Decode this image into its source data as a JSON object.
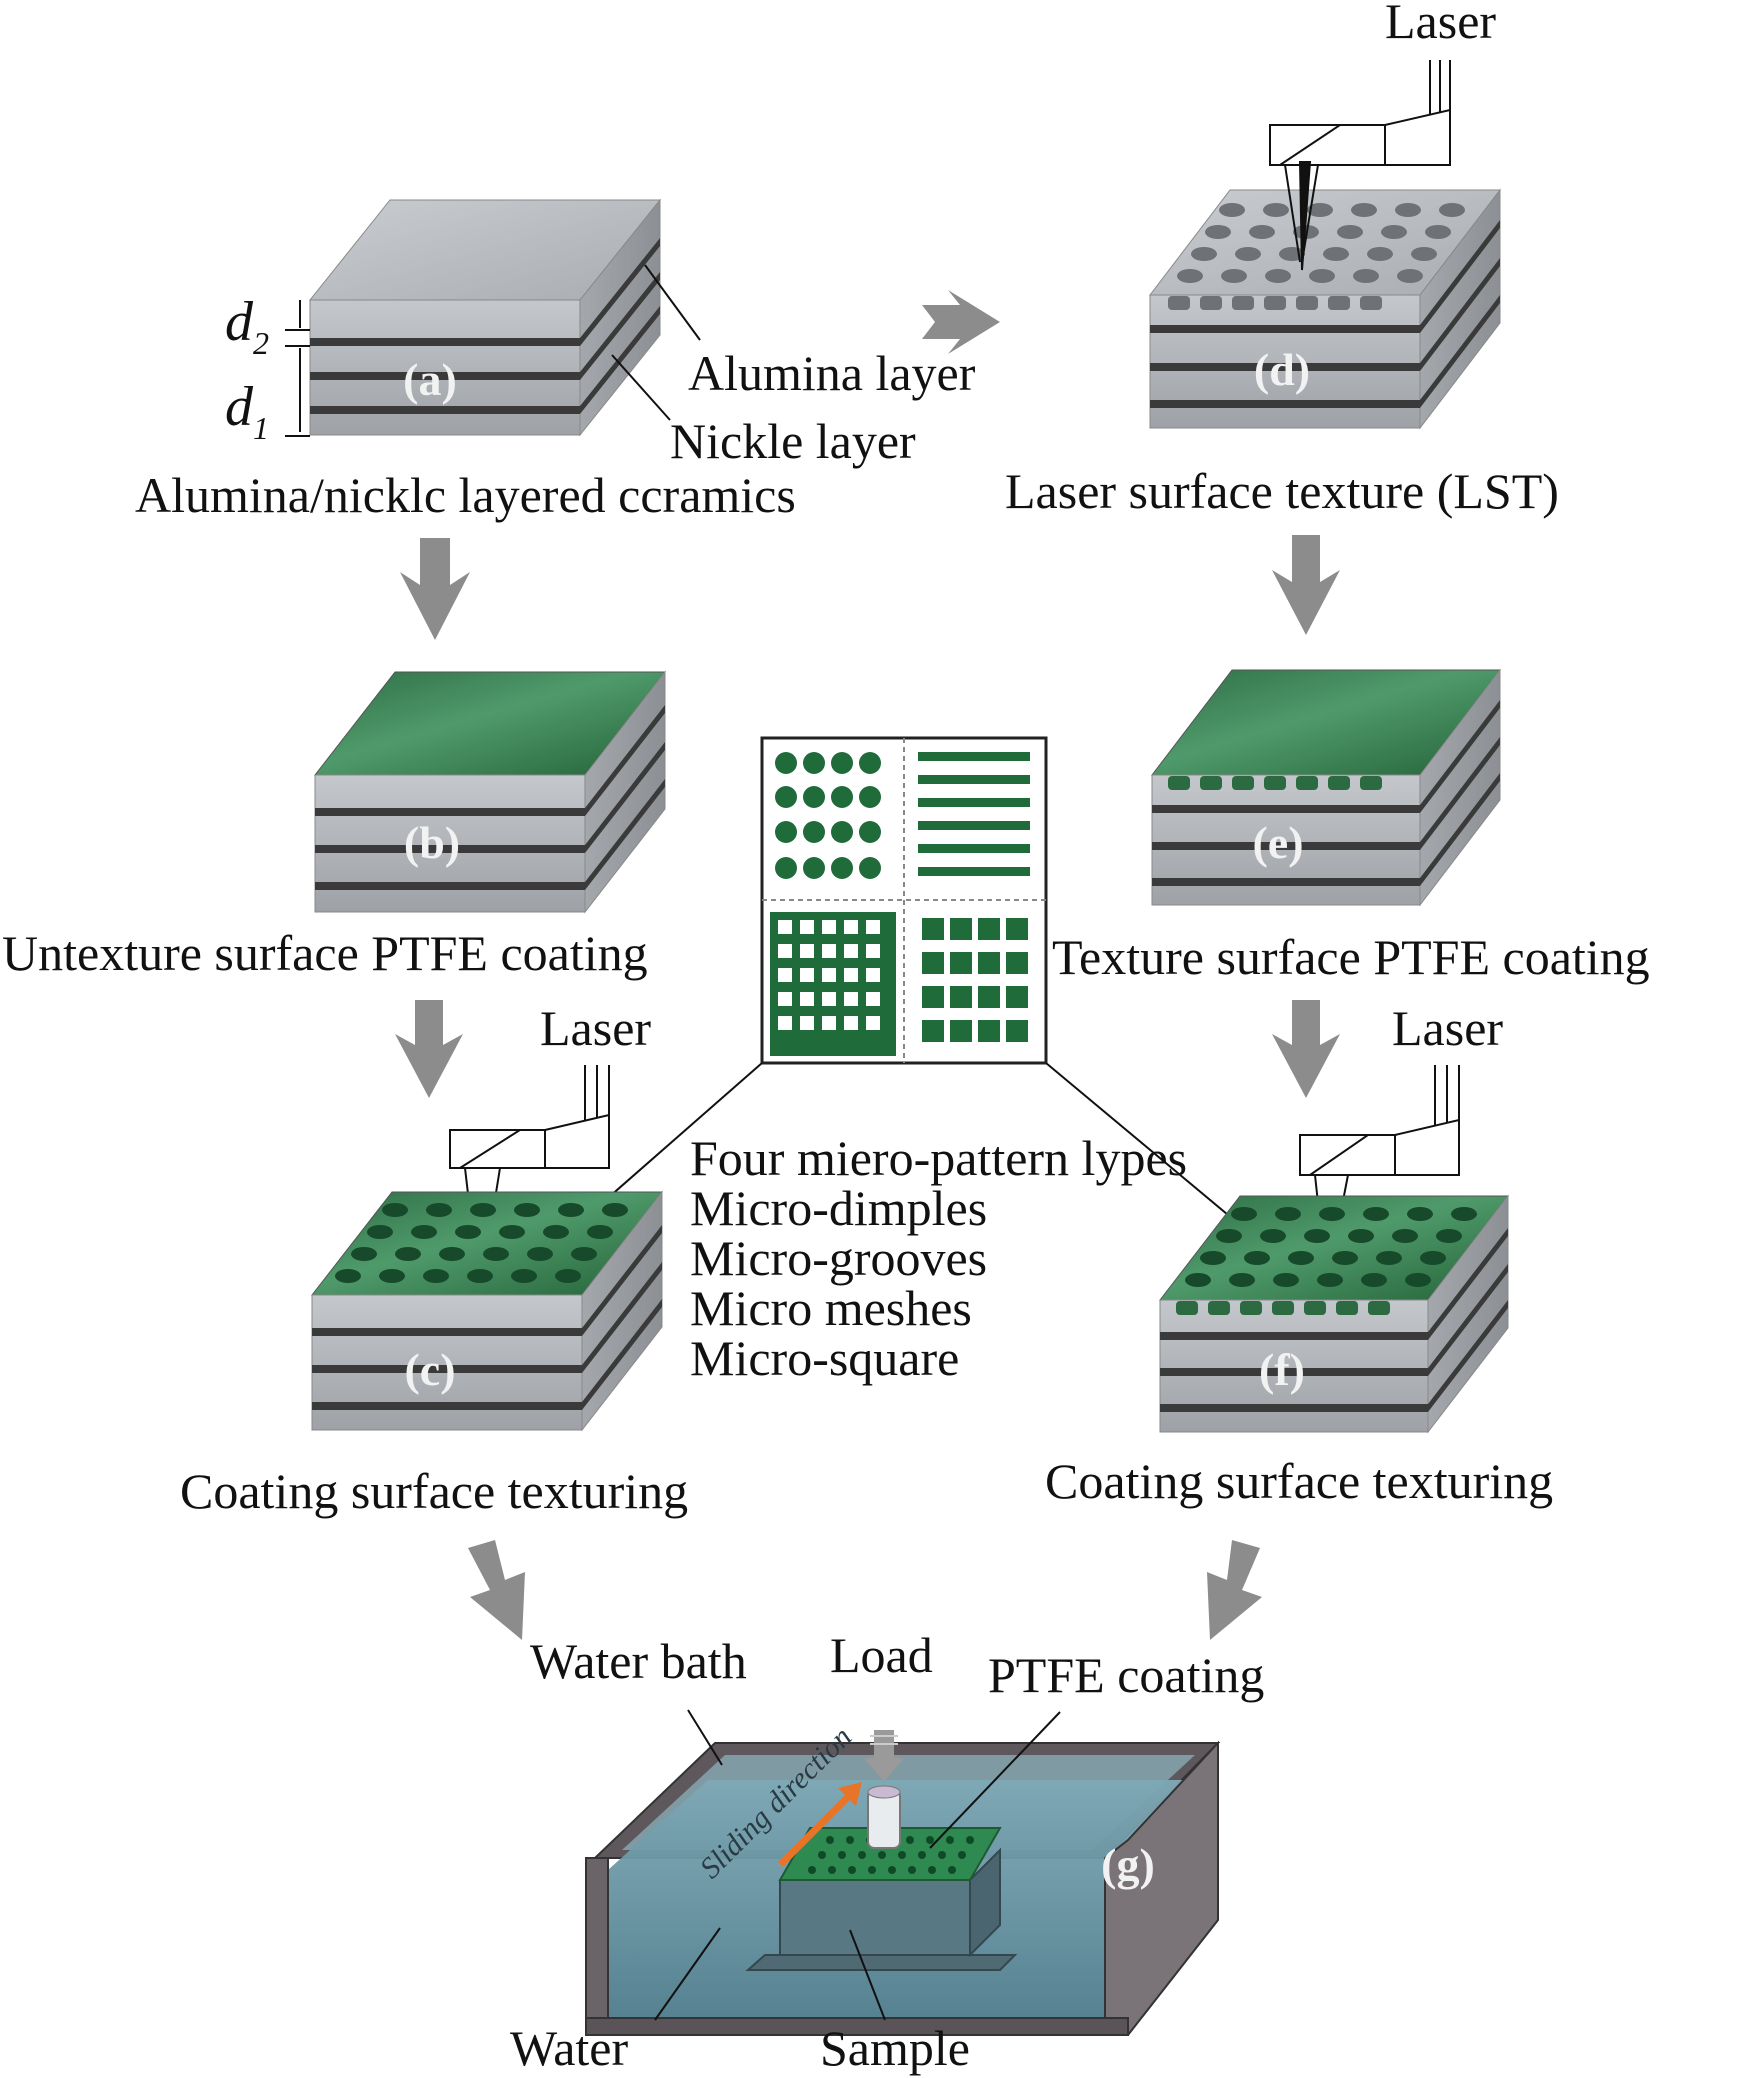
{
  "labels": {
    "laser_top": "Laser",
    "laser_c": "Laser",
    "laser_f": "Laser",
    "alumina_layer": "Alumina layer",
    "nickle_layer": "Nickle layer",
    "caption_a": "Alumina/nicklc layered ccramics",
    "caption_d": "Laser surface texture (LST)",
    "caption_b": "Untexture surface PTFE coating",
    "caption_e": "Texture surface PTFE coating",
    "caption_c": "Coating surface texturing",
    "caption_f": "Coating surface texturing",
    "water_bath": "Water bath",
    "load": "Load",
    "ptfe_coating": "PTFE coating",
    "water": "Water",
    "sample": "Sample",
    "sliding_direction": "Sliding direction",
    "d2": "d",
    "d2_sub": "2",
    "d1": "d",
    "d1_sub": "1"
  },
  "tags": {
    "a": "(a)",
    "b": "(b)",
    "c": "(c)",
    "d": "(d)",
    "e": "(e)",
    "f": "(f)",
    "g": "(g)"
  },
  "pattern_types": {
    "heading": "Four miero-pattern lypes",
    "items": [
      "Micro-dimples",
      "Micro-grooves",
      "Micro meshes",
      "Micro-square"
    ]
  },
  "colors": {
    "ceramic_top": "#b9bcc0",
    "ceramic_side": "#a8abae",
    "nickel_stripe": "#3a3a3a",
    "ptfe_green": "#2f7a4a",
    "pattern_green": "#1f6b3a",
    "arrow_gray": "#8c8c8c",
    "tank": "#6a6468",
    "water": "#5c8a9a",
    "sliding_arrow": "#e8742a"
  }
}
